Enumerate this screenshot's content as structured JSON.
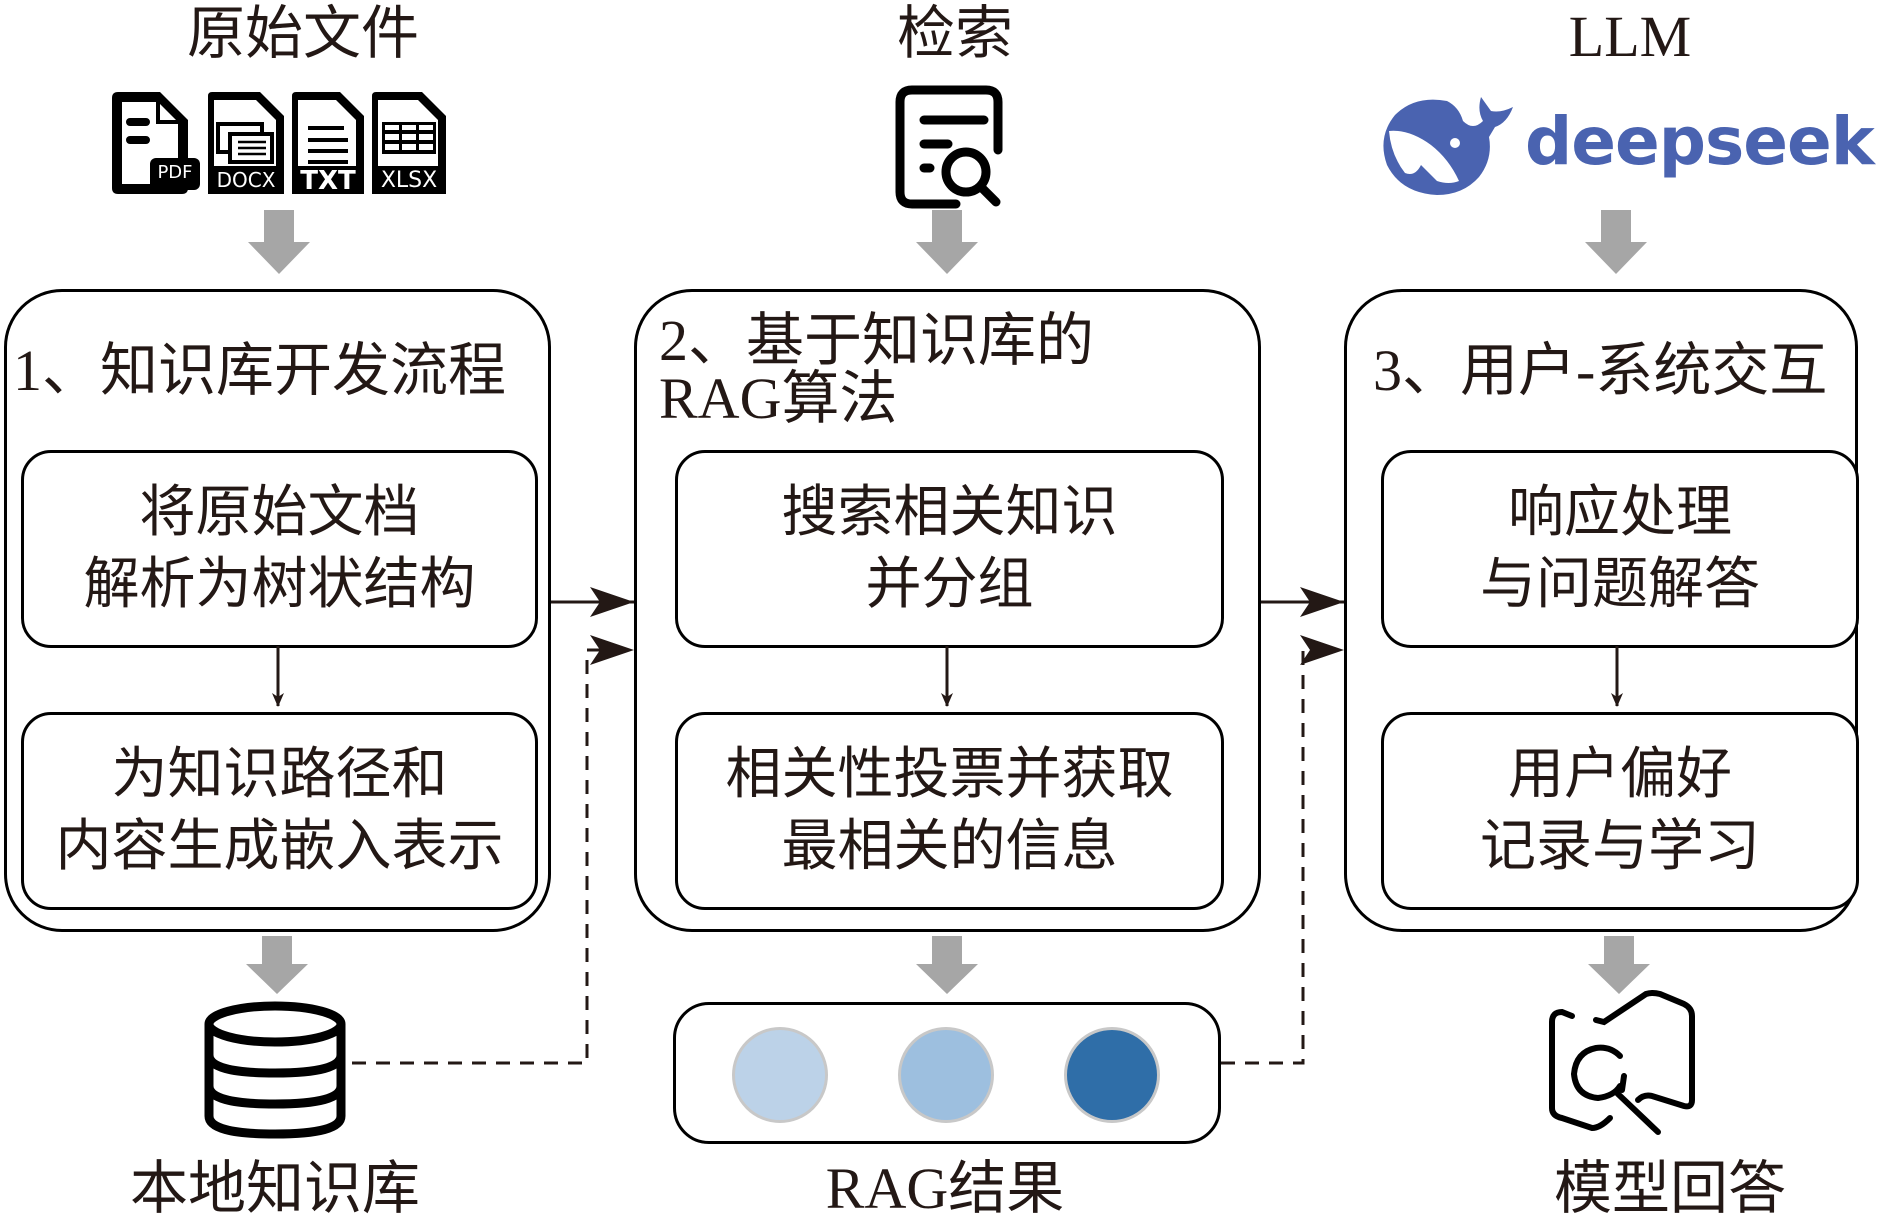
{
  "top_labels": {
    "source_files": "原始文件",
    "retrieval": "检索",
    "llm": "LLM"
  },
  "file_icons": [
    {
      "type": "PDF",
      "icon": "pdf-file-icon"
    },
    {
      "type": "DOCX",
      "icon": "docx-file-icon"
    },
    {
      "type": "TXT",
      "icon": "txt-file-icon"
    },
    {
      "type": "XLSX",
      "icon": "xlsx-file-icon"
    }
  ],
  "llm_logo": {
    "brand": "deepseek",
    "icon": "deepseek-whale-icon",
    "color": "#4a63b0"
  },
  "panels": [
    {
      "title": "1、知识库开发流程",
      "steps": [
        {
          "lines": [
            "将原始文档",
            "解析为树状结构"
          ]
        },
        {
          "lines": [
            "为知识路径和",
            "内容生成嵌入表示"
          ]
        }
      ]
    },
    {
      "title_lines": [
        "2、基于知识库的",
        "RAG算法"
      ],
      "steps": [
        {
          "lines": [
            "搜索相关知识",
            "并分组"
          ]
        },
        {
          "lines": [
            "相关性投票并获取",
            "最相关的信息"
          ]
        }
      ]
    },
    {
      "title": "3、用户-系统交互",
      "steps": [
        {
          "lines": [
            "响应处理",
            "与问题解答"
          ]
        },
        {
          "lines": [
            "用户偏好",
            "记录与学习"
          ]
        }
      ]
    }
  ],
  "bottom_labels": {
    "local_kb": "本地知识库",
    "rag_result": "RAG结果",
    "model_answer": "模型回答"
  },
  "rag_result_colors": [
    "#bcd2e8",
    "#9dbfdf",
    "#2f6ea8"
  ],
  "colors": {
    "big_arrow": "#a6a6a6",
    "line": "#231815"
  }
}
